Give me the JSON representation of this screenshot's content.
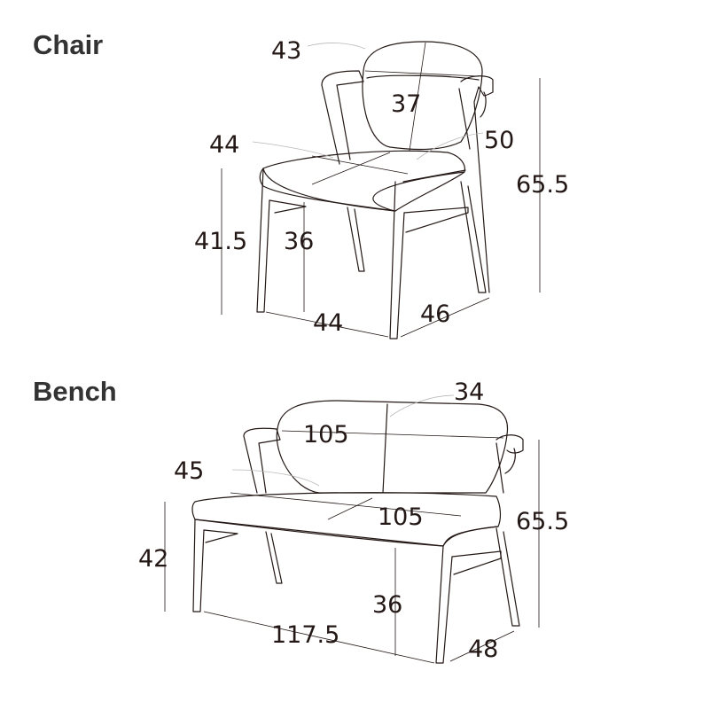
{
  "chair": {
    "title": "Chair",
    "dims": {
      "backrest_width": "43",
      "backrest_height": "37",
      "seat_width": "44",
      "seat_depth_top": "50",
      "total_height": "65.5",
      "seat_height": "41.5",
      "leg_height": "36",
      "base_width": "44",
      "base_depth": "46"
    }
  },
  "bench": {
    "title": "Bench",
    "dims": {
      "backrest_depth": "34",
      "backrest_width": "105",
      "seat_depth": "45",
      "seat_width": "105",
      "total_height": "65.5",
      "seat_height": "42",
      "leg_height": "36",
      "base_width": "117.5",
      "base_depth": "48"
    }
  }
}
